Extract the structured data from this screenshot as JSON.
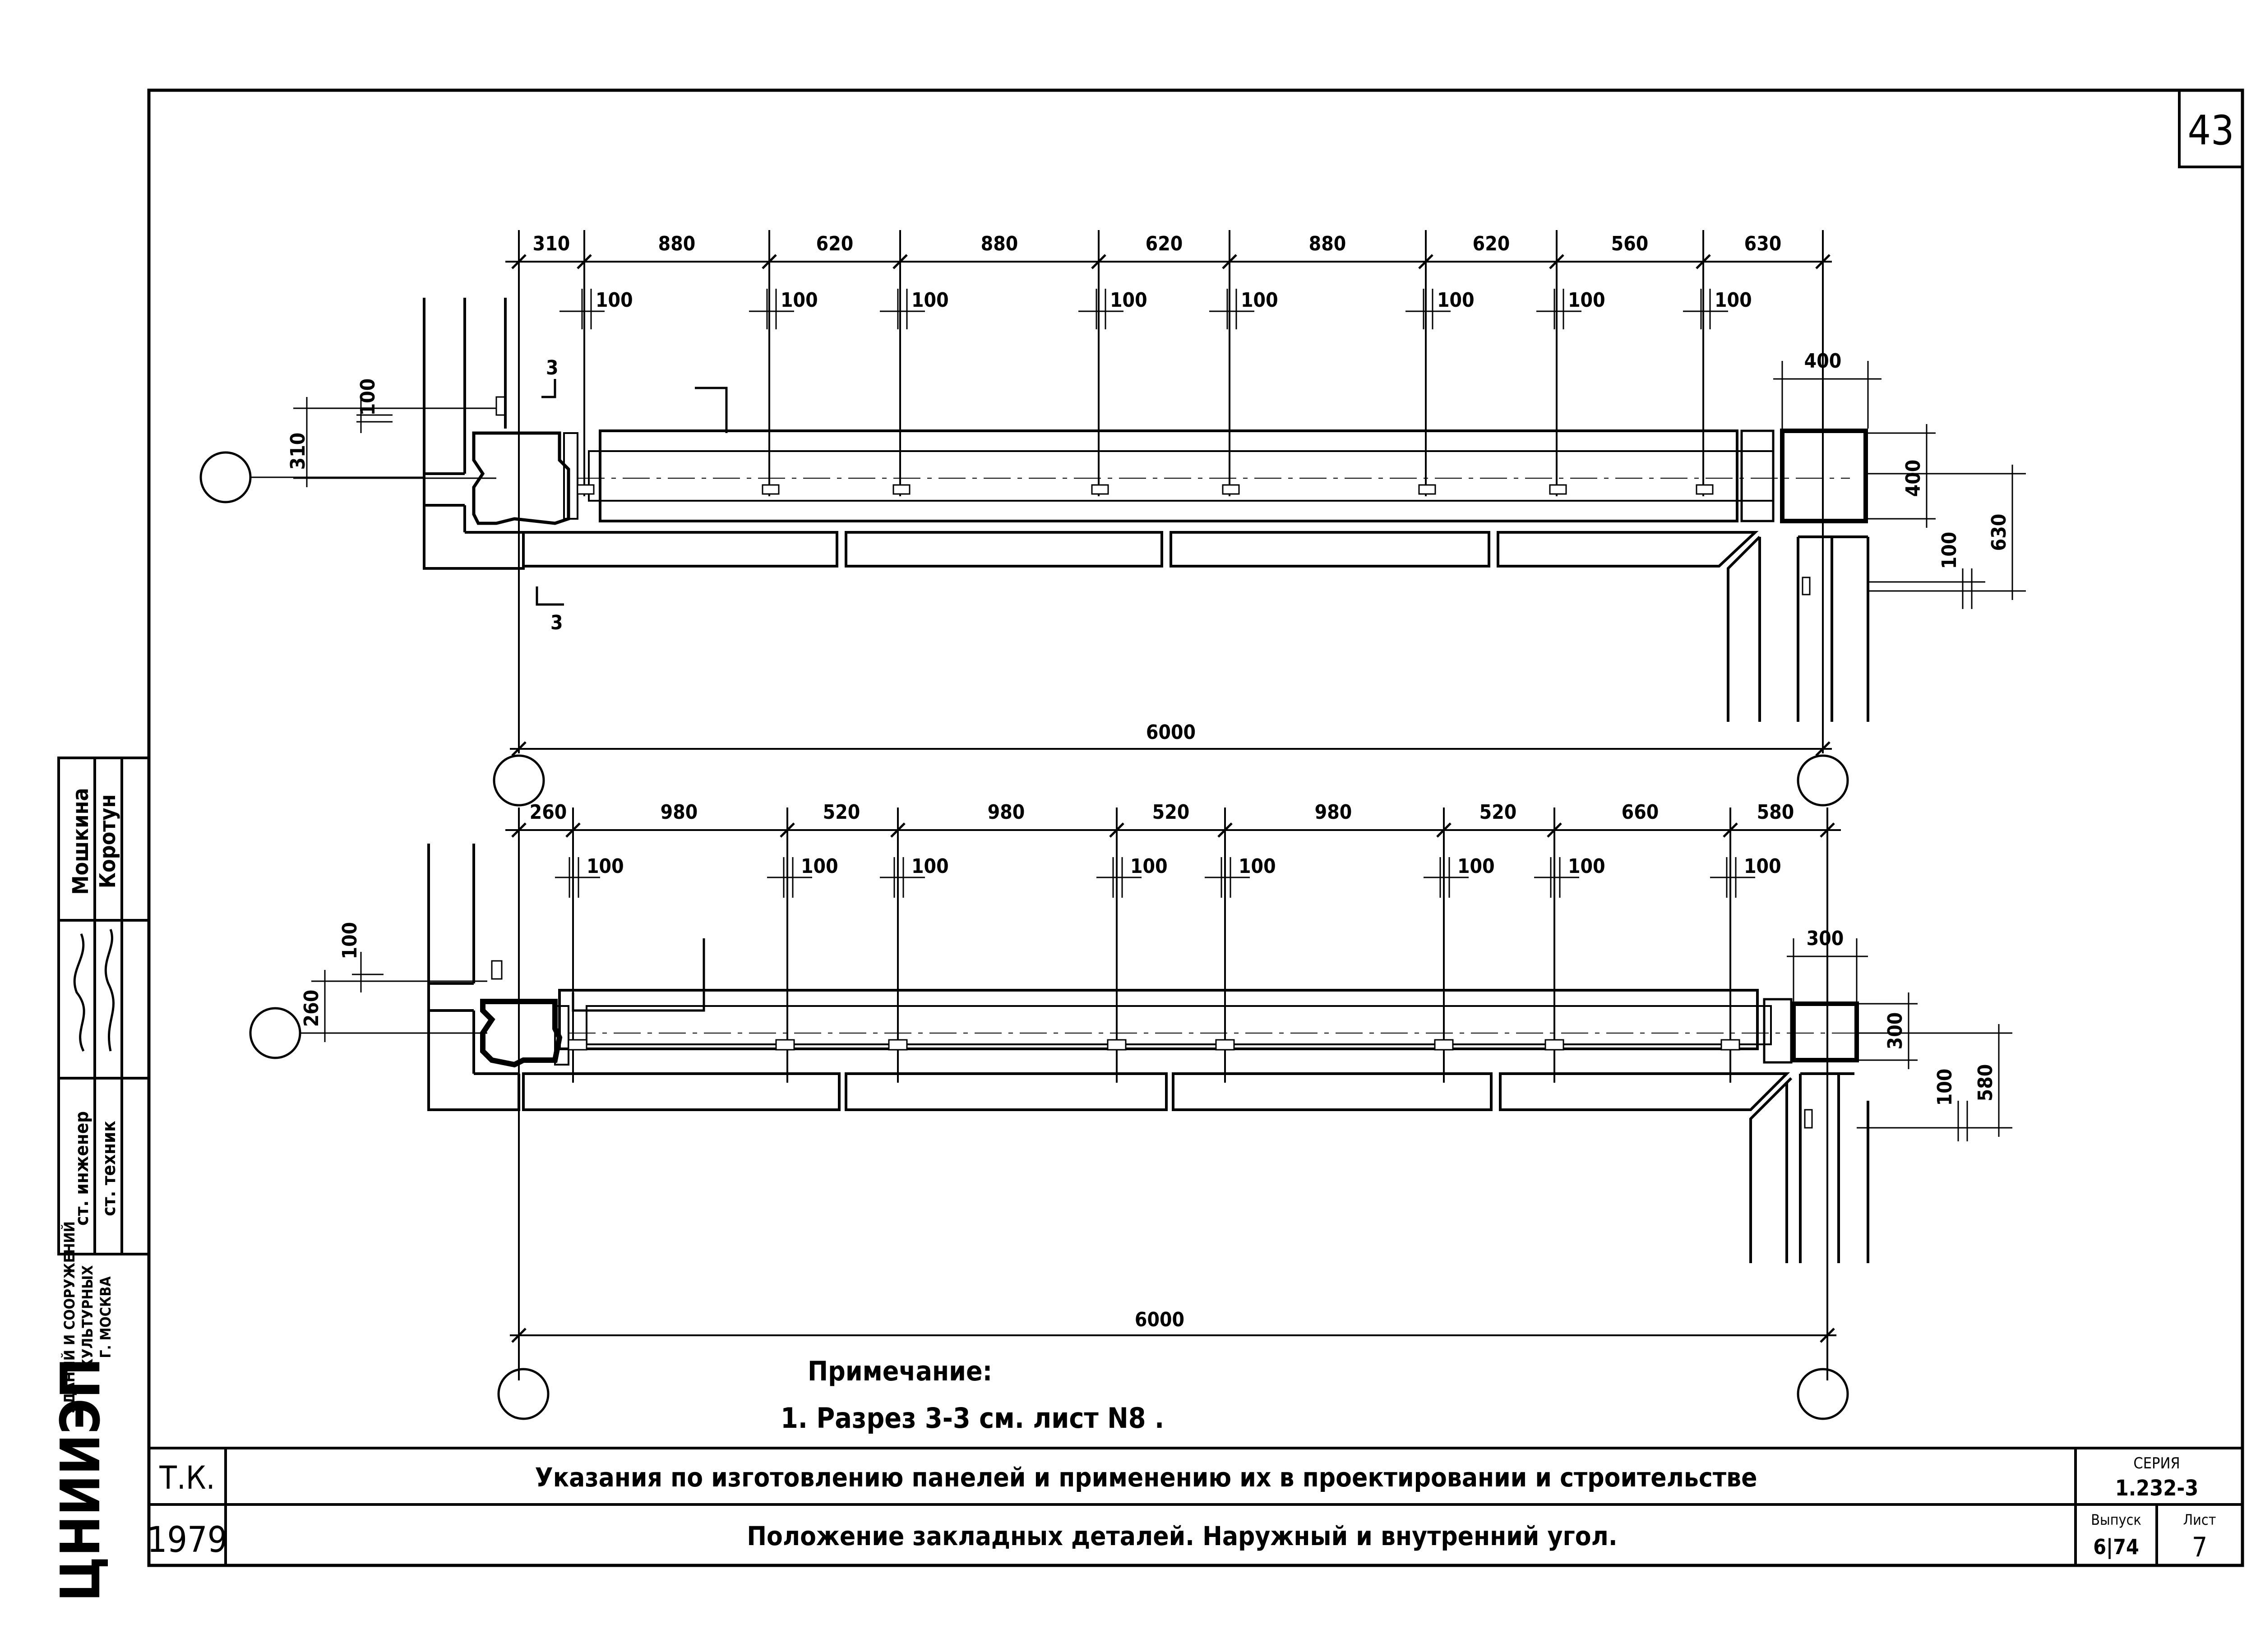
{
  "sheet": {
    "number": "43",
    "top_dims": [
      "310",
      "880",
      "620",
      "880",
      "620",
      "880",
      "620",
      "560",
      "630"
    ],
    "top_small": "100",
    "top_col": "400",
    "top_total": "6000",
    "top_right_dims": [
      "400",
      "100",
      "630"
    ],
    "top_left_dims": [
      "100",
      "310"
    ],
    "section_label": "3",
    "bottom_dims": [
      "260",
      "980",
      "520",
      "980",
      "520",
      "980",
      "520",
      "660",
      "580"
    ],
    "bottom_small": "100",
    "bottom_col": "300",
    "bottom_total": "6000",
    "bottom_right_dims": [
      "300",
      "100",
      "580"
    ],
    "bottom_left_dims": [
      "100",
      "260"
    ]
  },
  "note": {
    "title": "Примечание:",
    "line1": "1. Разрез 3-3 см. лист N8 ."
  },
  "stamp": {
    "org": "ЦНИИЭП",
    "org_sub": [
      "ЗДАНИЙ И СООРУЖЕНИЙ",
      "КУЛЬТУРНЫХ",
      "Г. МОСКВА"
    ],
    "roles": [
      "ст. инженер",
      "ст. техник"
    ],
    "names": [
      "Мошкина",
      "Коротун"
    ],
    "code": "Т.К.",
    "year": "1979",
    "title1": "Указания по изготовлению панелей и применению их в проектировании и строительстве",
    "title2": "Положение закладных деталей. Наружный и внутренний угол.",
    "series_label": "СЕРИЯ",
    "series_value": "1.232-3",
    "issue_label": "Выпуск",
    "issue_value": "6|74",
    "sheet_label": "Лист",
    "sheet_value": "7"
  }
}
